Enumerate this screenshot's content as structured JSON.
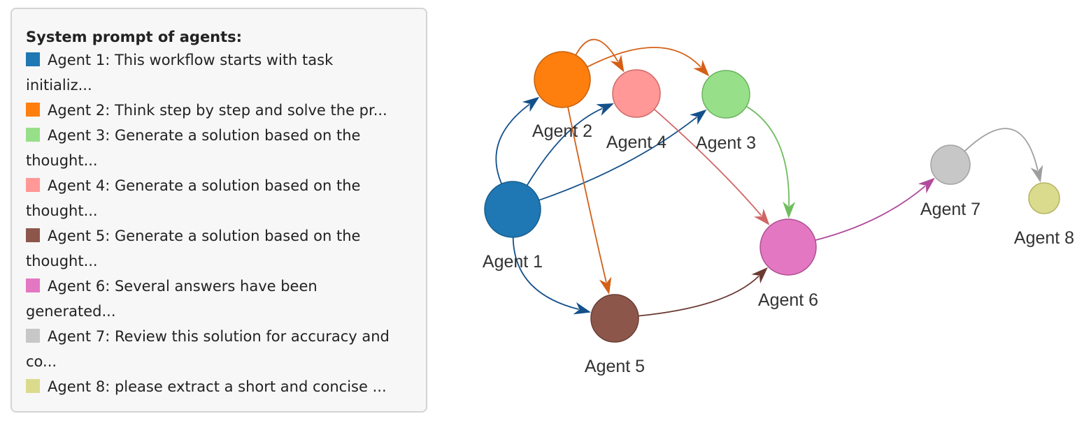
{
  "legend": {
    "title": "System prompt of agents:",
    "items": [
      {
        "color": "#1f77b4",
        "lines": [
          "Agent 1: This workflow starts with task",
          "initializ..."
        ]
      },
      {
        "color": "#ff7f0e",
        "lines": [
          "Agent 2: Think step by step and solve the pr..."
        ]
      },
      {
        "color": "#98df8a",
        "lines": [
          "Agent 3: Generate a solution based on the",
          "thought..."
        ]
      },
      {
        "color": "#ff9896",
        "lines": [
          "Agent 4: Generate a solution based on the",
          "thought..."
        ]
      },
      {
        "color": "#8c564b",
        "lines": [
          "Agent 5: Generate a solution based on the",
          "thought..."
        ]
      },
      {
        "color": "#e377c2",
        "lines": [
          "Agent 6: Several answers have been",
          "generated..."
        ]
      },
      {
        "color": "#c7c7c7",
        "lines": [
          "Agent 7: Review this solution for accuracy and",
          "co..."
        ]
      },
      {
        "color": "#dbdb8d",
        "lines": [
          "Agent 8: please extract a short and concise ..."
        ]
      }
    ]
  },
  "graph": {
    "nodes": [
      {
        "id": "a1",
        "label": "Agent 1",
        "color": "#1f77b4",
        "stroke": "#1a5f8c"
      },
      {
        "id": "a2",
        "label": "Agent 2",
        "color": "#ff7f0e",
        "stroke": "#c6600b"
      },
      {
        "id": "a3",
        "label": "Agent 3",
        "color": "#98df8a",
        "stroke": "#6cb35f"
      },
      {
        "id": "a4",
        "label": "Agent 4",
        "color": "#ff9896",
        "stroke": "#cf6b69"
      },
      {
        "id": "a5",
        "label": "Agent 5",
        "color": "#8c564b",
        "stroke": "#6b3f36"
      },
      {
        "id": "a6",
        "label": "Agent 6",
        "color": "#e377c2",
        "stroke": "#b04f93"
      },
      {
        "id": "a7",
        "label": "Agent 7",
        "color": "#c7c7c7",
        "stroke": "#a3a3a3"
      },
      {
        "id": "a8",
        "label": "Agent 8",
        "color": "#dbdb8d",
        "stroke": "#b5b564"
      }
    ],
    "edges": [
      {
        "from": "a1",
        "to": "a2",
        "color": "#14508a"
      },
      {
        "from": "a1",
        "to": "a4",
        "color": "#14508a"
      },
      {
        "from": "a1",
        "to": "a3",
        "color": "#14508a"
      },
      {
        "from": "a1",
        "to": "a5",
        "color": "#14508a"
      },
      {
        "from": "a2",
        "to": "a4",
        "color": "#d45f16"
      },
      {
        "from": "a2",
        "to": "a3",
        "color": "#d45f16"
      },
      {
        "from": "a2",
        "to": "a5",
        "color": "#d45f16"
      },
      {
        "from": "a4",
        "to": "a6",
        "color": "#d16565"
      },
      {
        "from": "a3",
        "to": "a6",
        "color": "#6fbd5f"
      },
      {
        "from": "a5",
        "to": "a6",
        "color": "#6b3a33"
      },
      {
        "from": "a6",
        "to": "a7",
        "color": "#b04a9b"
      },
      {
        "from": "a7",
        "to": "a8",
        "color": "#9e9e9e"
      }
    ]
  }
}
